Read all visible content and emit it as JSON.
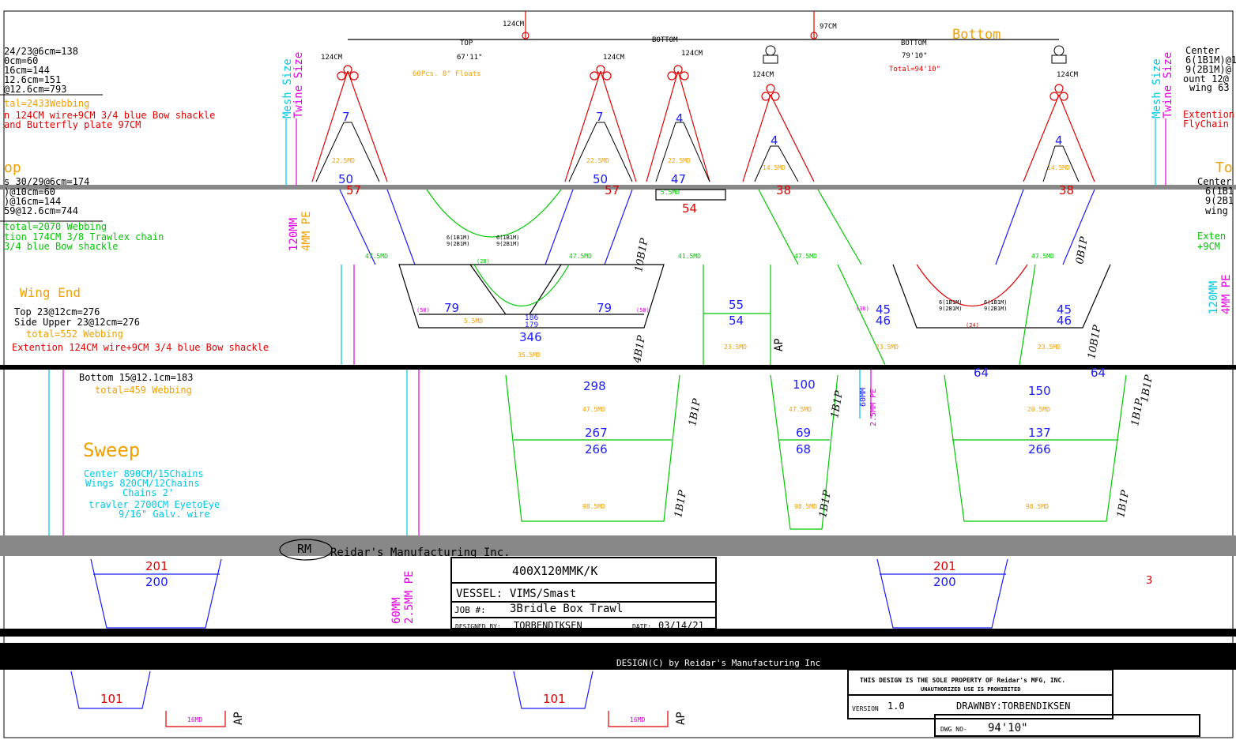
{
  "title_block": {
    "company": "Reidar's Manufacturing Inc.",
    "logo": "RM",
    "net_name": "400X120MMK/K",
    "vessel_label": "VESSEL:",
    "vessel": "VIMS/Smast",
    "job_label": "JOB #:",
    "job": "3Bridle Box Trawl",
    "designer_label": "DESIGNED BY:",
    "designer": "TORBENDIKSEN",
    "date_label": "DATE:",
    "date": "03/14/21",
    "copyright": "DESIGN(C) by Reidar's Manufacturing Inc",
    "property_notice": "THIS DESIGN IS THE SOLE PROPERTY OF Reidar's MFG, INC.",
    "unauthorized": "UNAUTHORIZED USE IS PROHIBITED",
    "version_label": "VERSION",
    "version": "1.0",
    "drawn_by": "DRAWNBY:TORBENDIKSEN",
    "dwg_label": "DWG NO-",
    "dwg_no": "94'10\""
  },
  "top_section": {
    "top_label": "TOP",
    "top_length": "67'11\"",
    "floats": "60Pcs. 8\" Floats",
    "bottom_label": "BOTTOM",
    "bottom_length": "79'10\"",
    "bottom_total": "Total=94'10\"",
    "bottom_heading": "Bottom",
    "bridle_124": "124CM",
    "bridle_97": "97CM"
  },
  "left_notes": {
    "block1": [
      "24/23@6cm=138",
      "0cm=60",
      "16cm=144",
      "12.6cm=151",
      "@12.6cm=793"
    ],
    "block1_total": "tal=2433Webbing",
    "block1_ext": [
      "n 124CM wire+9CM 3/4 blue Bow shackle",
      " and Butterfly plate 97CM"
    ],
    "block2_head": "op",
    "block2": [
      "s 30/29@6cm=174",
      ")@10cm=60",
      ")@16cm=144",
      "59@12.6cm=744"
    ],
    "block2_total": "total=2070 Webbing",
    "block2_ext": [
      "tion 174CM 3/8 Trawlex chain",
      "3/4 blue Bow shackle"
    ],
    "wing_end_head": "Wing End",
    "wing_end": [
      "Top 23@12cm=276",
      "Side Upper 23@12cm=276"
    ],
    "wing_end_total": "total=552 Webbing",
    "wing_end_ext": "Extention 124CM wire+9CM 3/4 blue Bow shackle",
    "bottom_wing": "Bottom 15@12.1cm=183",
    "bottom_wing_total": "total=459 Webbing",
    "sweep_head": "Sweep",
    "sweep": [
      "Center 890CM/15Chains",
      "Wings 820CM/12Chains",
      "Chains 2'",
      "travler 2700CM EyetoEye",
      "9/16\" Galv. wire"
    ]
  },
  "right_notes": {
    "block1": [
      "Center",
      "6(1B1M)@1",
      "9(2B1M)@",
      "ount 12@",
      "wing 63"
    ],
    "block1_ext": [
      "Extention",
      "FlyChain"
    ],
    "block2_head": "To",
    "block2": [
      "Center",
      "6(1B1",
      "9(2B1",
      "wing"
    ],
    "block2_ext": [
      "Exten",
      "+9CM"
    ]
  },
  "vertical_labels": {
    "mesh_size": "Mesh Size",
    "twine_size": "Twine Size",
    "mm120": "120MM",
    "mm4pe": "4MM PE",
    "mm60": "60MM",
    "mm25pe": "2.5MM PE",
    "ap": "AP"
  },
  "panel_numbers": {
    "n7": "7",
    "n4": "4",
    "n50": "50",
    "n57": "57",
    "n47": "47",
    "n54": "54",
    "n55": "55",
    "n38": "38",
    "n79": "79",
    "n186": "186",
    "n179": "179",
    "n346": "346",
    "n45": "45",
    "n46": "46",
    "n298": "298",
    "n267": "267",
    "n266": "266",
    "n100": "100",
    "n69": "69",
    "n68": "68",
    "n64": "64",
    "n150": "150",
    "n137": "137",
    "n201": "201",
    "n200": "200",
    "n101": "101",
    "n3": "3"
  },
  "mesh_labels": {
    "m225": "22.5MD",
    "m145": "14.5MD",
    "m475": "47.5MD",
    "m415": "41.5MD",
    "m55": "5.5MD",
    "m235": "23.5MD",
    "m355": "35.5MD",
    "m205": "20.5MD",
    "m985": "98.5MD",
    "m16": "16MD"
  },
  "cut_labels": {
    "b1p": "1B1P",
    "b10": "10B1P",
    "b4": "4B1P",
    "b0": "0B1P",
    "c6": "6(1B1M)",
    "c9": "9(2B1M)",
    "n28": "(28)",
    "n24": "(24)",
    "n58": "(58)",
    "n36": "(36)"
  },
  "colors": {
    "red": "#e00000",
    "blue": "#1a1aff",
    "green": "#00c800",
    "orange": "#f0a000",
    "cyan": "#00c8e6",
    "magenta": "#e000e0",
    "black": "#000000",
    "gray": "#888888"
  }
}
